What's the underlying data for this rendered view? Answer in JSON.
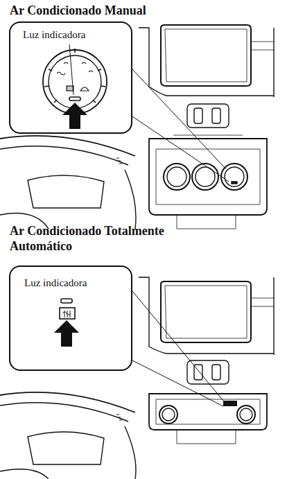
{
  "diagram": {
    "nodes": [
      {
        "text": [
          "Luz indicadora"
        ]
      },
      {
        "text": [
          "Luz indicadora"
        ]
      }
    ],
    "labels": [
      "Ar Condicionado Manual",
      "Ar Condicionado Totalmente Automático"
    ]
  }
}
